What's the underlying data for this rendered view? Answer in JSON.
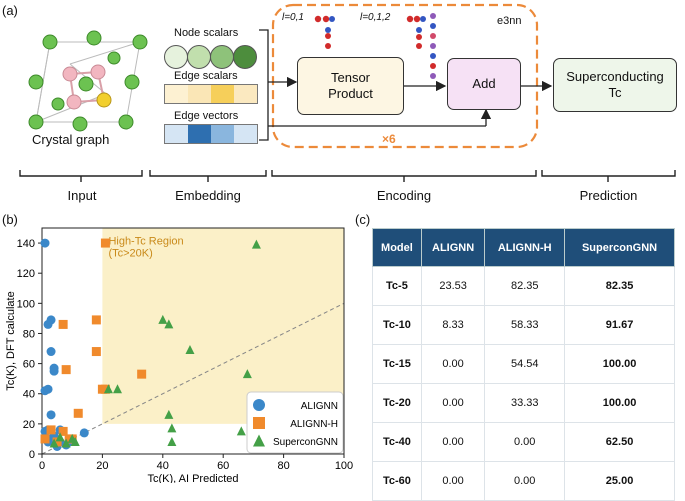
{
  "panel_a": {
    "label": "(a)",
    "crystal_label": "Crystal graph",
    "node_scalars_label": "Node scalars",
    "edge_scalars_label": "Edge scalars",
    "edge_vectors_label": "Edge vectors",
    "tensor_product_label": "Tensor Product",
    "add_label": "Add",
    "output_label": "Superconducting Tc",
    "l01_label": "l=0,1",
    "l012_label": "l=0,1,2",
    "e3nn_label": "e3nn",
    "repeat_label": "×6",
    "stages": [
      "Input",
      "Embedding",
      "Encoding",
      "Prediction"
    ],
    "colors": {
      "dashed_frame": "#ec8a3a",
      "tensor_box": "#fdf6e3",
      "add_box": "#f6e1f5",
      "output_box": "#eef6ea",
      "node_green": [
        "#e6f2dd",
        "#c1dfad",
        "#8ec27a",
        "#4d8d3d"
      ],
      "edge_yellow": [
        "#fdf1d2",
        "#fae6b6",
        "#f6cf5a",
        "#fbe9c0"
      ],
      "edge_blue": [
        "#d5e5f4",
        "#2e6fb0",
        "#8ab6de",
        "#d5e5f4"
      ]
    }
  },
  "panel_b": {
    "label": "(b)",
    "region_label": "High-Tc Region (Tc>20K)",
    "region_line1": "High-Tc Region",
    "region_line2": "(Tc>20K)"
  },
  "chart_data": {
    "type": "scatter",
    "title": "",
    "xlabel": "Tc(K), AI Predicted",
    "ylabel": "Tc(K), DFT calculate",
    "xlim": [
      0,
      100
    ],
    "ylim": [
      0,
      150
    ],
    "xticks": [
      0,
      20,
      40,
      60,
      80,
      100
    ],
    "yticks": [
      0,
      20,
      40,
      60,
      80,
      100,
      120,
      140
    ],
    "legend_position": "bottom-right",
    "shaded_region": {
      "x": [
        20,
        100
      ],
      "y": [
        20,
        150
      ],
      "color": "#fbf0c8"
    },
    "reference_line": "y=x",
    "series": [
      {
        "name": "ALIGNN",
        "color": "#3b88c9",
        "marker": "circle",
        "points": [
          [
            1,
            140
          ],
          [
            3,
            89
          ],
          [
            2,
            86
          ],
          [
            3,
            68
          ],
          [
            4,
            57
          ],
          [
            4,
            55
          ],
          [
            2,
            43
          ],
          [
            1,
            42
          ],
          [
            3,
            26
          ],
          [
            2,
            16
          ],
          [
            1,
            15
          ],
          [
            6,
            16
          ],
          [
            3,
            10
          ],
          [
            6,
            8
          ],
          [
            9,
            8
          ],
          [
            14,
            14
          ],
          [
            5,
            5
          ],
          [
            8,
            6
          ],
          [
            2,
            8
          ],
          [
            4,
            12
          ]
        ]
      },
      {
        "name": "ALIGNN-H",
        "color": "#f08a2c",
        "marker": "square",
        "points": [
          [
            21,
            140
          ],
          [
            18,
            89
          ],
          [
            7,
            86
          ],
          [
            18,
            68
          ],
          [
            8,
            56
          ],
          [
            20,
            43
          ],
          [
            21,
            43
          ],
          [
            33,
            53
          ],
          [
            12,
            27
          ],
          [
            3,
            16
          ],
          [
            7,
            15
          ],
          [
            9,
            10
          ],
          [
            5,
            8
          ],
          [
            10,
            10
          ],
          [
            1,
            10
          ]
        ]
      },
      {
        "name": "SuperconGNN",
        "color": "#44a047",
        "marker": "triangle",
        "points": [
          [
            71,
            139
          ],
          [
            40,
            89
          ],
          [
            42,
            86
          ],
          [
            49,
            69
          ],
          [
            68,
            53
          ],
          [
            22,
            43
          ],
          [
            25,
            43
          ],
          [
            42,
            26
          ],
          [
            43,
            17
          ],
          [
            43,
            8
          ],
          [
            66,
            15
          ],
          [
            10,
            10
          ],
          [
            11,
            8
          ],
          [
            8,
            7
          ],
          [
            6,
            11
          ],
          [
            4,
            7
          ]
        ]
      }
    ]
  },
  "panel_c": {
    "label": "(c)",
    "headers": [
      "Model",
      "ALIGNN",
      "ALIGNN-H",
      "SuperconGNN"
    ],
    "rows": [
      [
        "Tc-5",
        "23.53",
        "82.35",
        "82.35"
      ],
      [
        "Tc-10",
        "8.33",
        "58.33",
        "91.67"
      ],
      [
        "Tc-15",
        "0.00",
        "54.54",
        "100.00"
      ],
      [
        "Tc-20",
        "0.00",
        "33.33",
        "100.00"
      ],
      [
        "Tc-40",
        "0.00",
        "0.00",
        "62.50"
      ],
      [
        "Tc-60",
        "0.00",
        "0.00",
        "25.00"
      ]
    ]
  }
}
